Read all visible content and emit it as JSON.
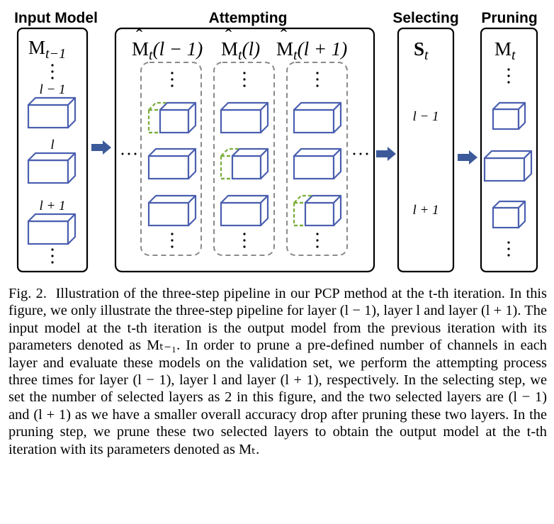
{
  "headers": {
    "input": "Input Model",
    "attempt": "Attempting",
    "select": "Selecting",
    "prune": "Pruning"
  },
  "input_model": {
    "symbol": "M",
    "sub": "t−1",
    "layers": [
      "l − 1",
      "l",
      "l + 1"
    ]
  },
  "attempting": {
    "columns": [
      {
        "hat": "ˆ",
        "base": "M",
        "sub": "t",
        "arg": "(l − 1)"
      },
      {
        "hat": "ˆ",
        "base": "M",
        "sub": "t",
        "arg": "(l)"
      },
      {
        "hat": "ˆ",
        "base": "M",
        "sub": "t",
        "arg": "(l + 1)"
      }
    ]
  },
  "selecting": {
    "symbol": "S",
    "sub": "t",
    "layers": [
      "l − 1",
      "l + 1"
    ]
  },
  "pruning": {
    "symbol": "M",
    "sub": "t"
  },
  "caption": {
    "label": "Fig. 2.",
    "text": "Illustration of the three-step pipeline in our PCP method at the t-th iteration. In this figure, we only illustrate the three-step pipeline for layer (l − 1), layer l and layer (l + 1). The input model at the t-th iteration is the output model from the previous iteration with its parameters denoted as Mₜ₋₁. In order to prune a pre-defined number of channels in each layer and evaluate these models on the validation set, we perform the attempting process three times for layer (l − 1), layer l and layer (l + 1), respectively. In the selecting step, we set the number of selected layers as 2 in this figure, and the two selected layers are (l − 1) and (l + 1) as we have a smaller overall accuracy drop after pruning these two layers. In the pruning step, we prune these two selected layers to obtain the output model at the t-th iteration with its parameters denoted as Mₜ."
  },
  "colors": {
    "cube": "#4a5fb0",
    "pruned": "#7aae3a",
    "dashed_frame": "#8a8a8a",
    "arrow": "#3c5a9a"
  }
}
